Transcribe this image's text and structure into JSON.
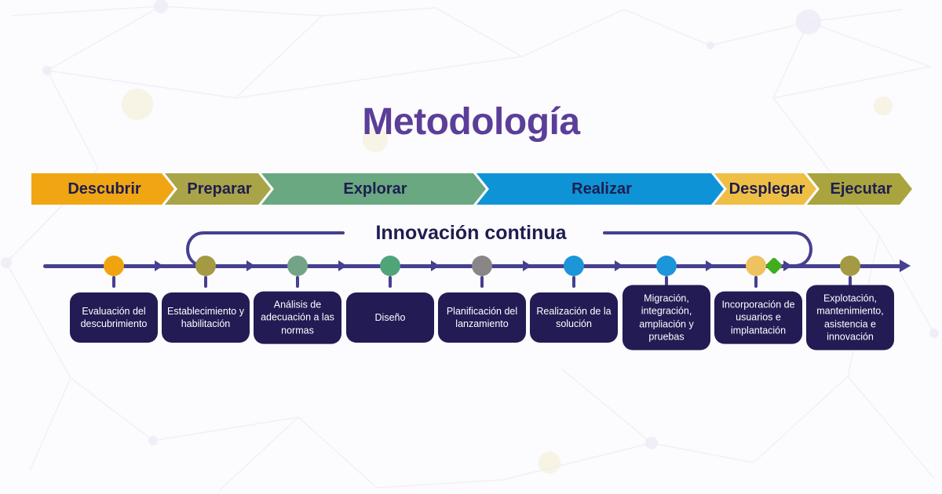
{
  "title": "Metodología",
  "colors": {
    "background": "#fcfbfd",
    "title": "#5b3e99",
    "chevron_text": "#1e1d50",
    "line": "#45408f",
    "box_bg": "#221b54",
    "box_text": "#ffffff",
    "milestone_diamond": "#3fae1e"
  },
  "phases": [
    {
      "label": "Descubrir",
      "color": "#f0a613"
    },
    {
      "label": "Preparar",
      "color": "#a9a447"
    },
    {
      "label": "Explorar",
      "color": "#69a881"
    },
    {
      "label": "Realizar",
      "color": "#0e93d7"
    },
    {
      "label": "Desplegar",
      "color": "#eebf44"
    },
    {
      "label": "Ejecutar",
      "color": "#a9a43e"
    }
  ],
  "loop": {
    "label": "Innovación continua"
  },
  "steps": [
    {
      "label": "Evaluación del descubrimiento",
      "dot_color": "#efa40f"
    },
    {
      "label": "Establecimiento y habilitación",
      "dot_color": "#a49a43"
    },
    {
      "label": "Análisis de adecuación a las normas",
      "dot_color": "#74a487"
    },
    {
      "label": "Diseño",
      "dot_color": "#4fa478"
    },
    {
      "label": "Planificación del lanzamiento",
      "dot_color": "#8a8587"
    },
    {
      "label": "Realización de la solución",
      "dot_color": "#1d95d9"
    },
    {
      "label": "Migración, integración, ampliación y pruebas",
      "dot_color": "#1d95d9"
    },
    {
      "label": "Incorporación de usuarios e implantación",
      "dot_color": "#eec25f"
    },
    {
      "label": "Explotación, mantenimiento, asistencia e innovación",
      "dot_color": "#a49a43"
    }
  ]
}
